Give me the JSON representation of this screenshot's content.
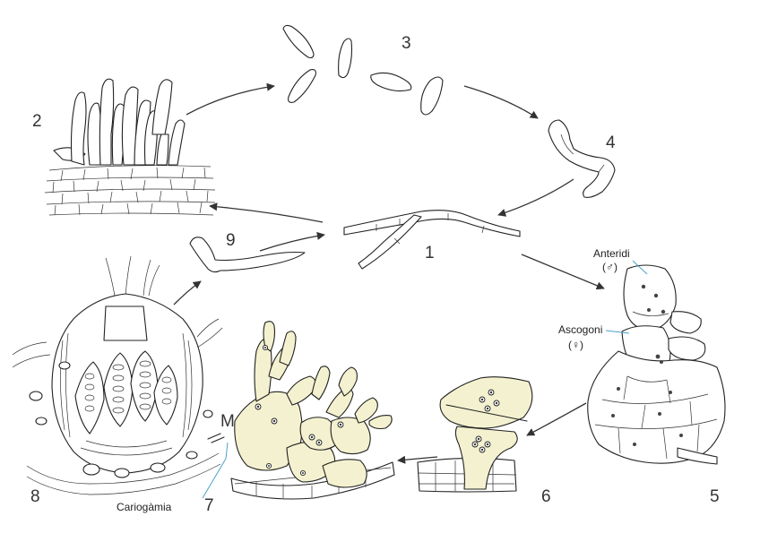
{
  "stages": {
    "s1": "1",
    "s2": "2",
    "s3": "3",
    "s4": "4",
    "s5": "5",
    "s6": "6",
    "s7": "7",
    "s8": "8",
    "s9": "9"
  },
  "labels": {
    "anteridi": "Anteridi",
    "anteridi_symbol": "(♂)",
    "ascogoni": "Ascogoni",
    "ascogoni_symbol": "(♀)",
    "meiosi_marker": "M",
    "cariogamia": "Cariogàmia"
  },
  "colors": {
    "highlight_fill": "#f3f1cf",
    "leader_line": "#4aa3c8",
    "ink": "#222222"
  }
}
